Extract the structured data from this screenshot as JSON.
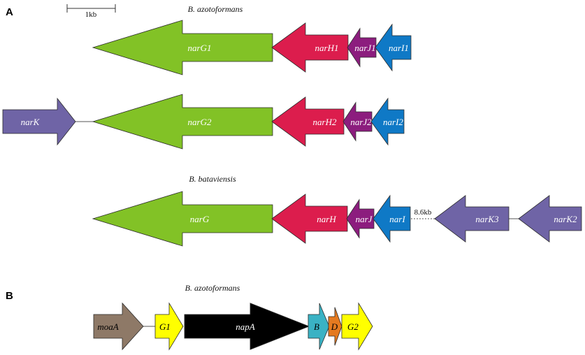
{
  "scale_bar": {
    "label": "1kb"
  },
  "panels": [
    {
      "label": "A"
    },
    {
      "label": "B"
    }
  ],
  "species": [
    "B. azotoformans",
    "B. bataviensis",
    "B. azotoformans"
  ],
  "gap_label": "8.6kb",
  "colors": {
    "narG": "#82c226",
    "narH": "#dc1d4d",
    "narJ": "#8c1d7e",
    "narI": "#0f79c6",
    "narK": "#6f64a6",
    "moaA": "#8e7967",
    "napG": "#ffff00",
    "napA": "#000000",
    "napB": "#3ab2c4",
    "napD": "#e57a20",
    "white_text": "#ffffff",
    "black_text": "#000000"
  },
  "genes": [
    {
      "label": "narG1",
      "dir": "left",
      "color": "narG",
      "text": "white_text"
    },
    {
      "label": "narH1",
      "dir": "left",
      "color": "narH",
      "text": "white_text"
    },
    {
      "label": "narJ1",
      "dir": "left",
      "color": "narJ",
      "text": "white_text"
    },
    {
      "label": "narI1",
      "dir": "left",
      "color": "narI",
      "text": "white_text"
    },
    {
      "label": "narK",
      "dir": "right",
      "color": "narK",
      "text": "white_text"
    },
    {
      "label": "narG2",
      "dir": "left",
      "color": "narG",
      "text": "white_text"
    },
    {
      "label": "narH2",
      "dir": "left",
      "color": "narH",
      "text": "white_text"
    },
    {
      "label": "narJ2",
      "dir": "left",
      "color": "narJ",
      "text": "white_text"
    },
    {
      "label": "narI2",
      "dir": "left",
      "color": "narI",
      "text": "white_text"
    },
    {
      "label": "narG",
      "dir": "left",
      "color": "narG",
      "text": "white_text"
    },
    {
      "label": "narH",
      "dir": "left",
      "color": "narH",
      "text": "white_text"
    },
    {
      "label": "narJ",
      "dir": "left",
      "color": "narJ",
      "text": "white_text"
    },
    {
      "label": "narI",
      "dir": "left",
      "color": "narI",
      "text": "white_text"
    },
    {
      "label": "narK3",
      "dir": "left",
      "color": "narK",
      "text": "white_text"
    },
    {
      "label": "narK2",
      "dir": "left",
      "color": "narK",
      "text": "white_text"
    },
    {
      "label": "moaA",
      "dir": "right",
      "color": "moaA",
      "text": "black_text"
    },
    {
      "label": "G1",
      "dir": "right",
      "color": "napG",
      "text": "black_text"
    },
    {
      "label": "napA",
      "dir": "right",
      "color": "napA",
      "text": "white_text"
    },
    {
      "label": "B",
      "dir": "right",
      "color": "napB",
      "text": "black_text"
    },
    {
      "label": "D",
      "dir": "right",
      "color": "napD",
      "text": "black_text"
    },
    {
      "label": "G2",
      "dir": "right",
      "color": "napG",
      "text": "black_text"
    }
  ]
}
